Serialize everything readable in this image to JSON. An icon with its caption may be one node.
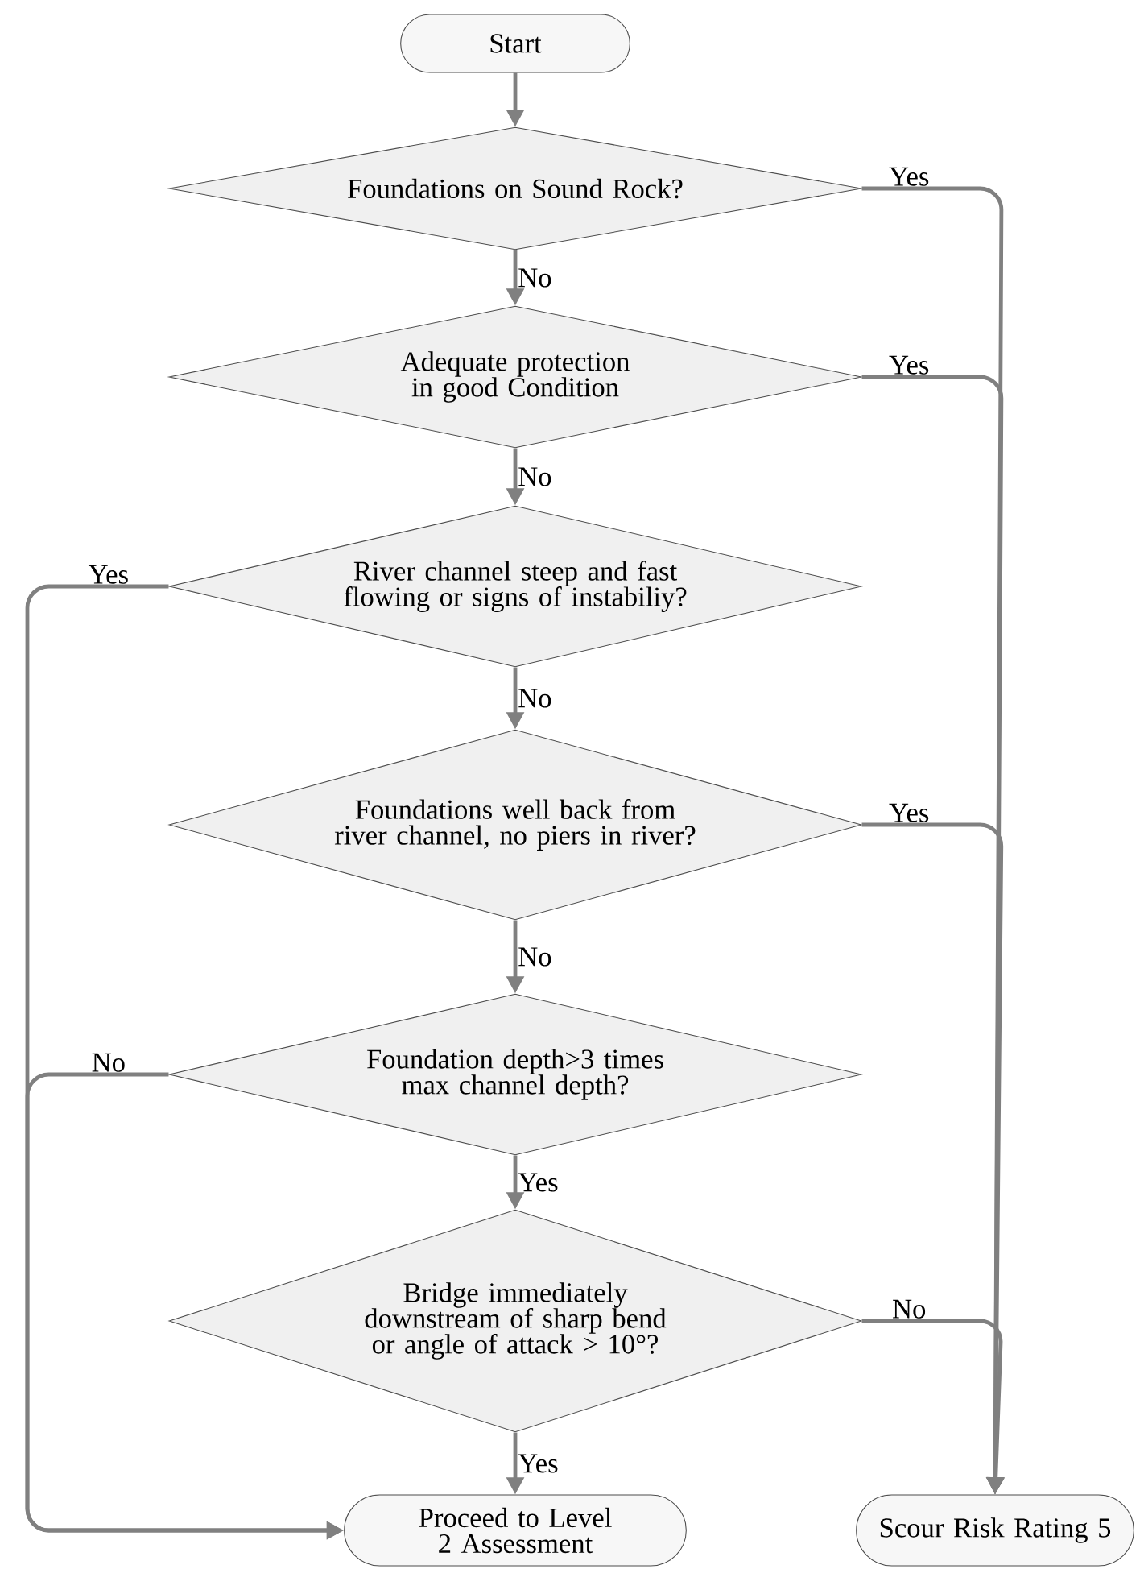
{
  "diagram": {
    "nodes": [
      {
        "text": [
          "Start"
        ]
      },
      {
        "text": [
          "Foundations on Sound Rock?"
        ]
      },
      {
        "text": [
          "Adequate protection in good Condition"
        ]
      },
      {
        "text": [
          "River channel steep and fast flowing or signs of instabiliy?"
        ]
      },
      {
        "text": [
          "Foundations well back from river channel, no piers in river?"
        ]
      },
      {
        "text": [
          "Foundation depth>3 times max channel depth?"
        ]
      },
      {
        "text": [
          "Bridge immediately downstream of sharp bend or angle of attack > 10°?"
        ]
      },
      {
        "text": [
          "Proceed to Level 2 Assessment"
        ]
      },
      {
        "text": [
          "Scour Risk Rating 5"
        ]
      }
    ],
    "edges": [
      {
        "from": 0,
        "to": 1,
        "arrow": "to"
      },
      {
        "from": 1,
        "to": 2,
        "arrow": "to",
        "label": "No"
      },
      {
        "from": 2,
        "to": 3,
        "arrow": "to",
        "label": "No"
      },
      {
        "from": 3,
        "to": 4,
        "arrow": "to",
        "label": "No"
      },
      {
        "from": 4,
        "to": 5,
        "arrow": "to",
        "label": "No"
      },
      {
        "from": 5,
        "to": 6,
        "arrow": "to",
        "label": "Yes"
      },
      {
        "from": 6,
        "to": 7,
        "arrow": "to",
        "label": "Yes"
      },
      {
        "from": 1,
        "to": 8,
        "arrow": "to",
        "label": "Yes"
      },
      {
        "from": 2,
        "to": 8,
        "arrow": "to",
        "label": "Yes"
      },
      {
        "from": 4,
        "to": 8,
        "arrow": "to",
        "label": "Yes"
      },
      {
        "from": 6,
        "to": 8,
        "arrow": "to",
        "label": "No"
      },
      {
        "from": 3,
        "to": 7,
        "arrow": "to",
        "label": "Yes"
      },
      {
        "from": 5,
        "to": 7,
        "arrow": "to",
        "label": "No"
      }
    ]
  }
}
